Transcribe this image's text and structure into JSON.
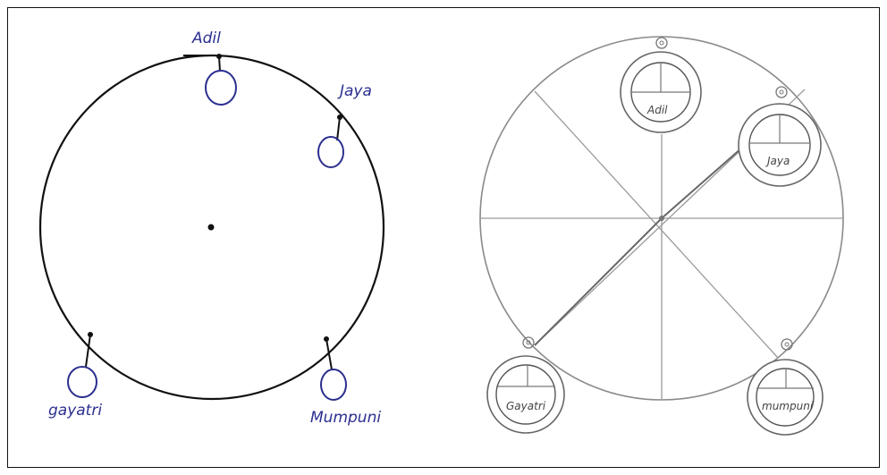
{
  "colors": {
    "ink_black": "#111111",
    "ink_blue": "#2b2f8f",
    "pencil": "#8a8a8a"
  },
  "left_diagram": {
    "labels": {
      "adil": "Adil",
      "jaya": "Jaya",
      "gayatri": "gayatri",
      "mumpuni": "Mumpuni"
    }
  },
  "right_diagram": {
    "labels": {
      "adil": "Adil",
      "jaya": "Jaya",
      "gayatri": "Gayatri",
      "mumpuni": "mumpuni"
    }
  }
}
